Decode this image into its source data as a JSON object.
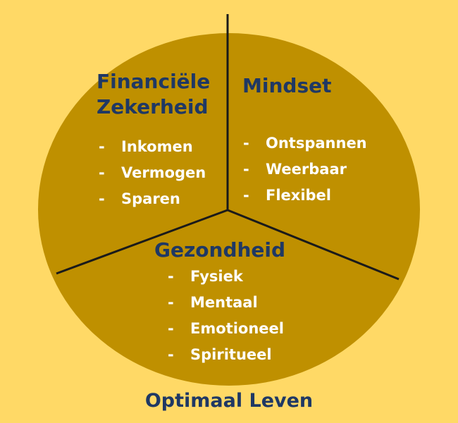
{
  "colors": {
    "background": "#FFD966",
    "wheel_fill": "#BF9000",
    "divider": "#1A1A1A",
    "title_text": "#1F3864",
    "item_text": "#FFFFFF"
  },
  "segments": {
    "financial": {
      "title_line1": "Financiële",
      "title_line2": "Zekerheid",
      "items": [
        "Inkomen",
        "Vermogen",
        "Sparen"
      ]
    },
    "mindset": {
      "title": "Mindset",
      "items": [
        "Ontspannen",
        "Weerbaar",
        "Flexibel"
      ]
    },
    "health": {
      "title": "Gezondheid",
      "items": [
        "Fysiek",
        "Mentaal",
        "Emotioneel",
        "Spiritueel"
      ]
    }
  },
  "bullet": "-",
  "caption": "Optimaal Leven"
}
